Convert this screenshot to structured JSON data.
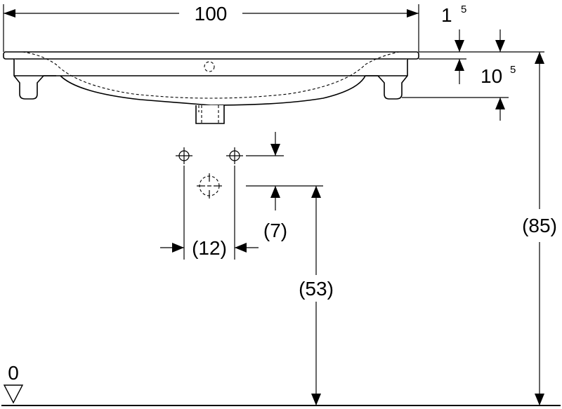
{
  "dimensions": {
    "overall_width": "100",
    "rim_thickness_base": "1",
    "rim_thickness_sup": "5",
    "basin_height_base": "10",
    "basin_height_sup": "5",
    "total_height": "(85)",
    "tap_hole_height": "(53)",
    "supply_offset": "(7)",
    "supply_spacing": "(12)",
    "floor_level": "0"
  }
}
